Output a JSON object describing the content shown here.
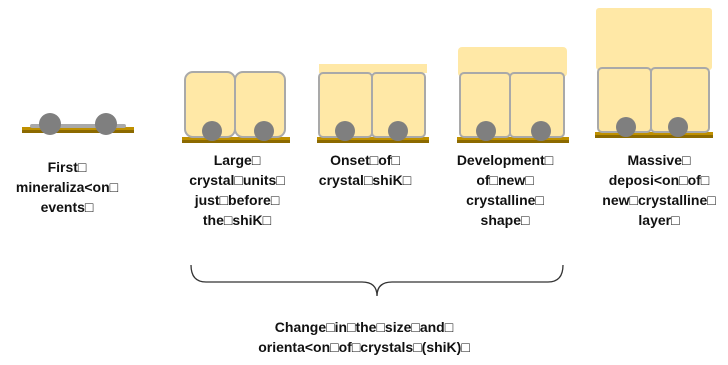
{
  "stages": [
    {
      "label": "First□\nmineraliza<on□\nevents□"
    },
    {
      "label": "Large□\ncrystal□units□\njust□before□\nthe□shiK□"
    },
    {
      "label": "Onset□of□\ncrystal□shiK□"
    },
    {
      "label": "Development□\nof□new□\ncrystalline□\nshape□"
    },
    {
      "label": "Massive□\ndeposi<on□of□\nnew□crystalline□\nlayer□"
    }
  ],
  "caption": "Change□in□the□size□and□\norienta<on□of□crystals□(shiK)□",
  "colors": {
    "crystal_fill": "#FFE8A6",
    "crystal_stroke": "#A9A9A9",
    "sphere": "#7F7F7F",
    "substrate_top": "#BF9000",
    "substrate_bottom": "#8C6A00",
    "bracket": "#333333"
  }
}
